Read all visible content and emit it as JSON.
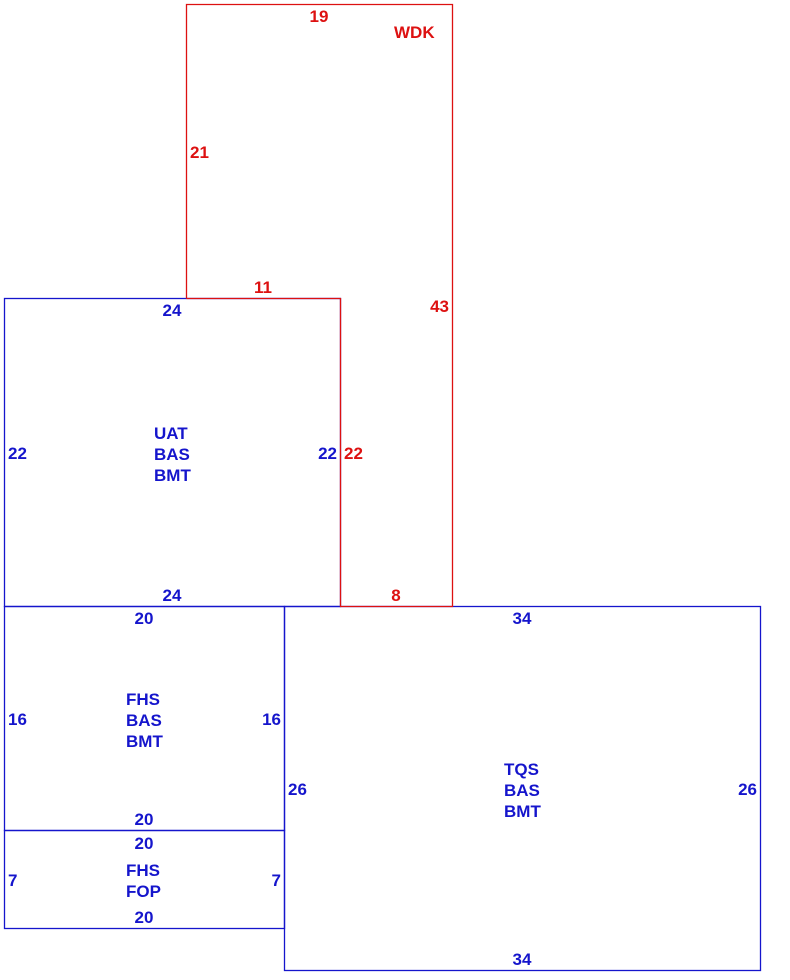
{
  "colors": {
    "main": "#1515cc",
    "addition": "#dd1111"
  },
  "areas": {
    "wdk": {
      "code": "WDK",
      "top": "19",
      "left_upper": "21",
      "inner_top": "11",
      "right": "43",
      "inner_left": "22",
      "bottom": "8"
    },
    "uat": {
      "lines": [
        "UAT",
        "BAS",
        "BMT"
      ],
      "top": "24",
      "left": "22",
      "right": "22",
      "bottom": "24"
    },
    "fhs_bmt": {
      "lines": [
        "FHS",
        "BAS",
        "BMT"
      ],
      "top": "20",
      "left": "16",
      "right": "16",
      "bottom": "20"
    },
    "fhs_fop": {
      "lines": [
        "FHS",
        "FOP"
      ],
      "top": "20",
      "left": "7",
      "right": "7",
      "bottom": "20"
    },
    "tqs": {
      "lines": [
        "TQS",
        "BAS",
        "BMT"
      ],
      "top": "34",
      "left": "26",
      "right": "26",
      "bottom": "34"
    }
  }
}
